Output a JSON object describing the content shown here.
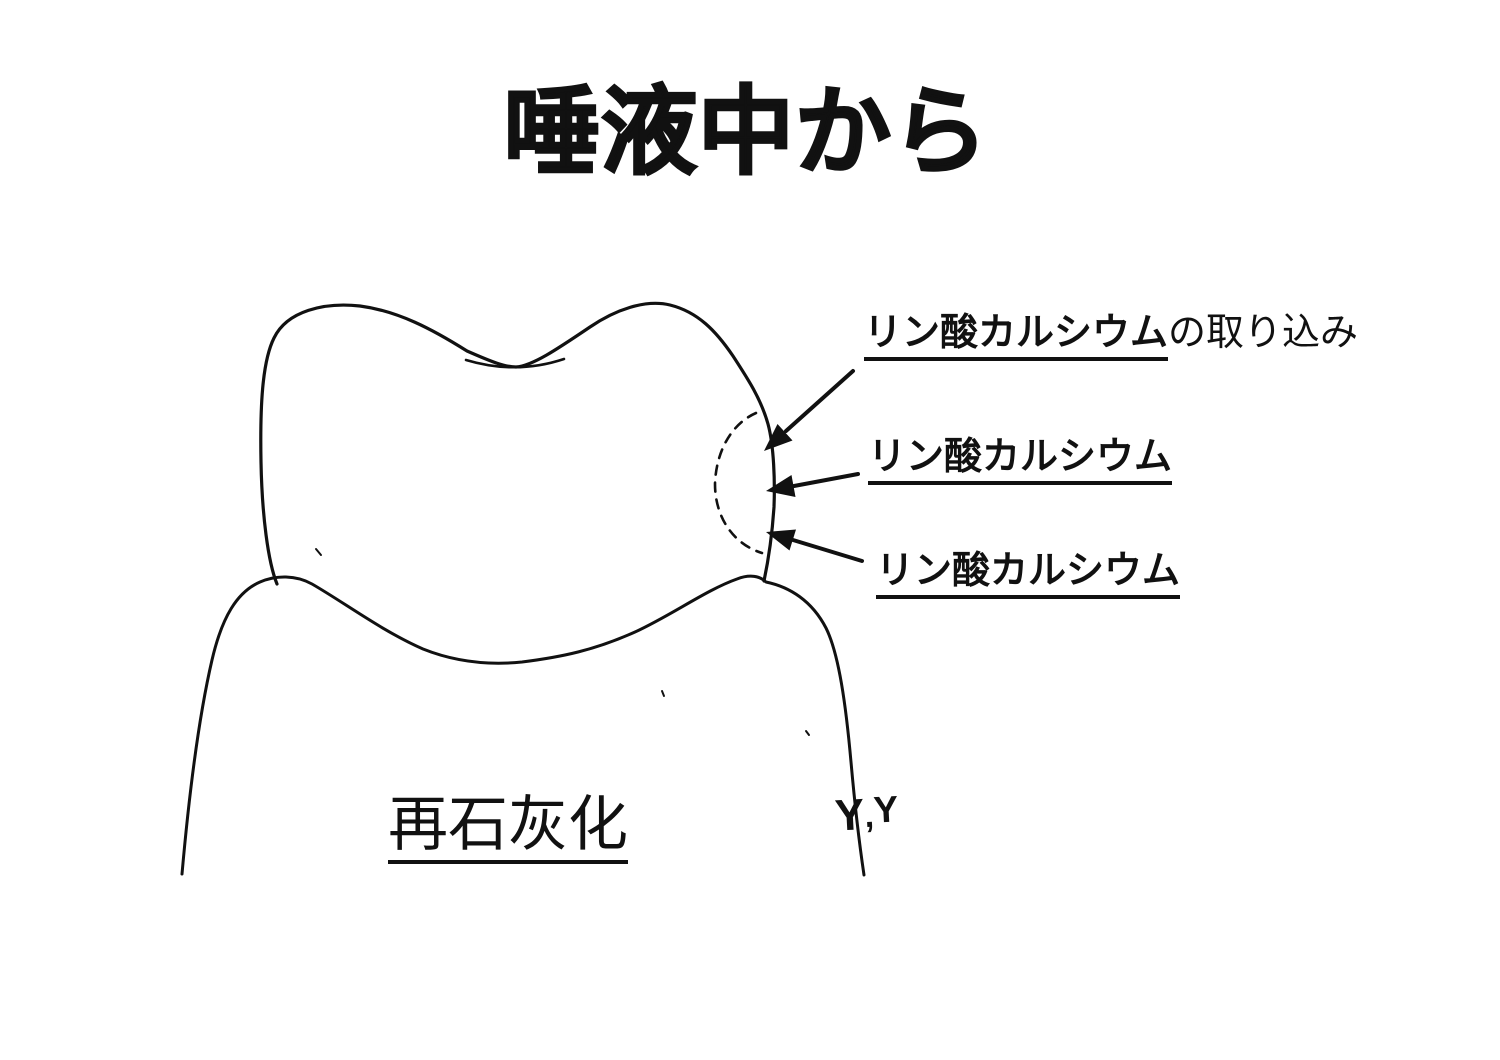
{
  "colors": {
    "ink": "#111111",
    "background": "#ffffff"
  },
  "title": {
    "text": "唾液中から"
  },
  "diagram": {
    "labels": {
      "uptake": {
        "term": "リン酸カルシウム",
        "suffix": "の取り込み"
      },
      "mid": {
        "term": "リン酸カルシウム"
      },
      "lower": {
        "term": "リン酸カルシウム"
      }
    },
    "caption": {
      "text": "再石灰化"
    },
    "handwriting": {
      "left": "Y",
      "comma": ",",
      "right": "Y"
    },
    "icons": {
      "arrows": "solid-left-arrow-icon",
      "lesion": "dashed-arc-lesion-area",
      "drawing": "tooth-with-gum-outline"
    }
  }
}
